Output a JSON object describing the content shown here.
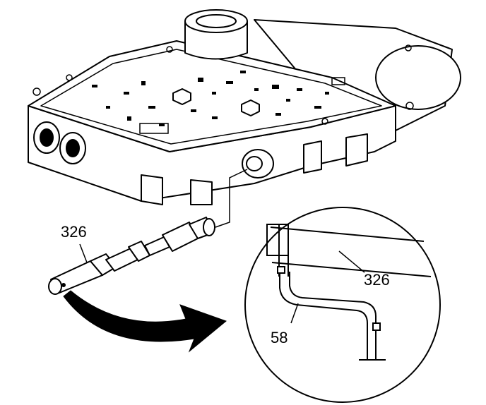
{
  "callouts": {
    "part_326_main": "326",
    "part_326_detail": "326",
    "part_58_detail": "58"
  }
}
